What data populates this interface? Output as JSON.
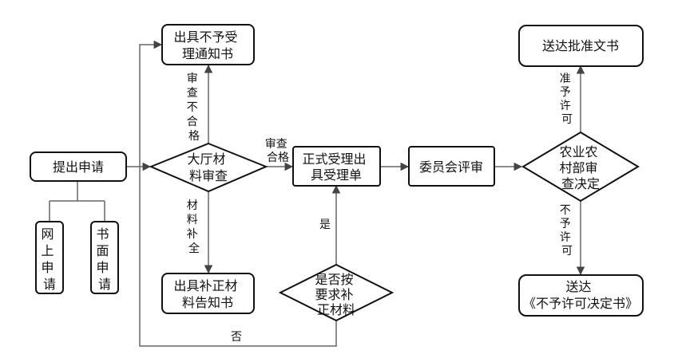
{
  "nodes": {
    "apply": "提出申请",
    "online": [
      "网",
      "上",
      "申",
      "请"
    ],
    "paper": [
      "书",
      "面",
      "申",
      "请"
    ],
    "review_hall": [
      "大厅材",
      "料审查"
    ],
    "not_accept": [
      "出具不予受",
      "理通知书"
    ],
    "supplement_notice": [
      "出具补正材",
      "料告知书"
    ],
    "formal_accept": [
      "正式受理出",
      "具受理单"
    ],
    "supplement_check": [
      "是否按",
      "要求补",
      "正材料"
    ],
    "committee": "委员会评审",
    "ministry_decision": [
      "农业农",
      "村部审",
      "查决定"
    ],
    "approval_doc": "送达批准文书",
    "reject_doc": [
      "送达",
      "《不予许可决定书》"
    ]
  },
  "labels": {
    "fail": [
      "审",
      "查",
      "不",
      "合",
      "格"
    ],
    "pass": [
      "审查",
      "合格"
    ],
    "supplement": [
      "材",
      "料",
      "补",
      "全"
    ],
    "yes": "是",
    "no": "否",
    "approve": [
      "准",
      "予",
      "许",
      "可"
    ],
    "reject": [
      "不",
      "予",
      "许",
      "可"
    ]
  }
}
